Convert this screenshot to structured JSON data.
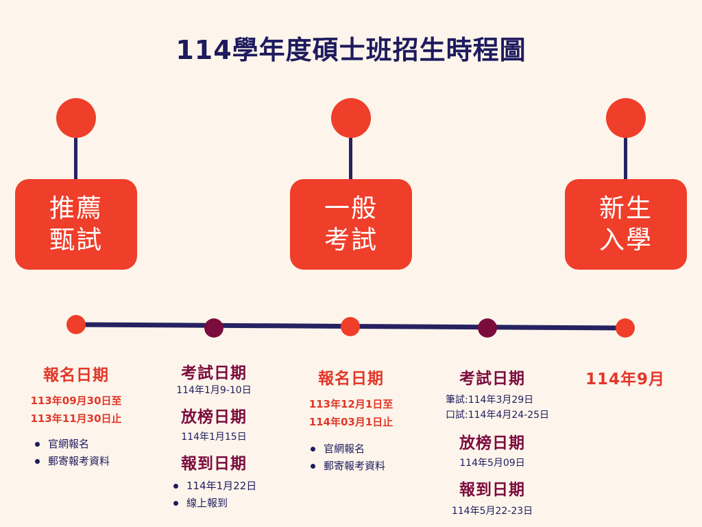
{
  "title": "114學年度碩士班招生時程圖",
  "colors": {
    "background": "#fdf5eb",
    "accent_red": "#ef3e2a",
    "plum": "#7b0c3e",
    "navy": "#262261"
  },
  "stages": [
    {
      "line1": "推薦",
      "line2": "甄試"
    },
    {
      "line1": "一般",
      "line2": "考試"
    },
    {
      "line1": "新生",
      "line2": "入學"
    }
  ],
  "timeline": {
    "nodes": [
      {
        "color": "red"
      },
      {
        "color": "plum"
      },
      {
        "color": "red"
      },
      {
        "color": "plum"
      },
      {
        "color": "red"
      }
    ]
  },
  "columns": {
    "c1": {
      "heading": "報名日期",
      "date_line1": "113年09月30日至",
      "date_line2": "113年11月30日止",
      "bullets": [
        "官網報名",
        "郵寄報考資料"
      ]
    },
    "c2": {
      "exam_heading": "考試日期",
      "exam_date": "114年1月9-10日",
      "result_heading": "放榜日期",
      "result_date": "114年1月15日",
      "register_heading": "報到日期",
      "bullets": [
        "114年1月22日",
        "線上報到"
      ]
    },
    "c3": {
      "heading": "報名日期",
      "date_line1": "113年12月1日至",
      "date_line2": "114年03月1日止",
      "bullets": [
        "官網報名",
        "郵寄報考資料"
      ]
    },
    "c4": {
      "exam_heading": "考試日期",
      "exam_line1": "筆試:114年3月29日",
      "exam_line2": "口試:114年4月24-25日",
      "result_heading": "放榜日期",
      "result_date": "114年5月09日",
      "register_heading": "報到日期",
      "register_date": "114年5月22-23日"
    },
    "c5": {
      "heading": "114年9月"
    }
  }
}
